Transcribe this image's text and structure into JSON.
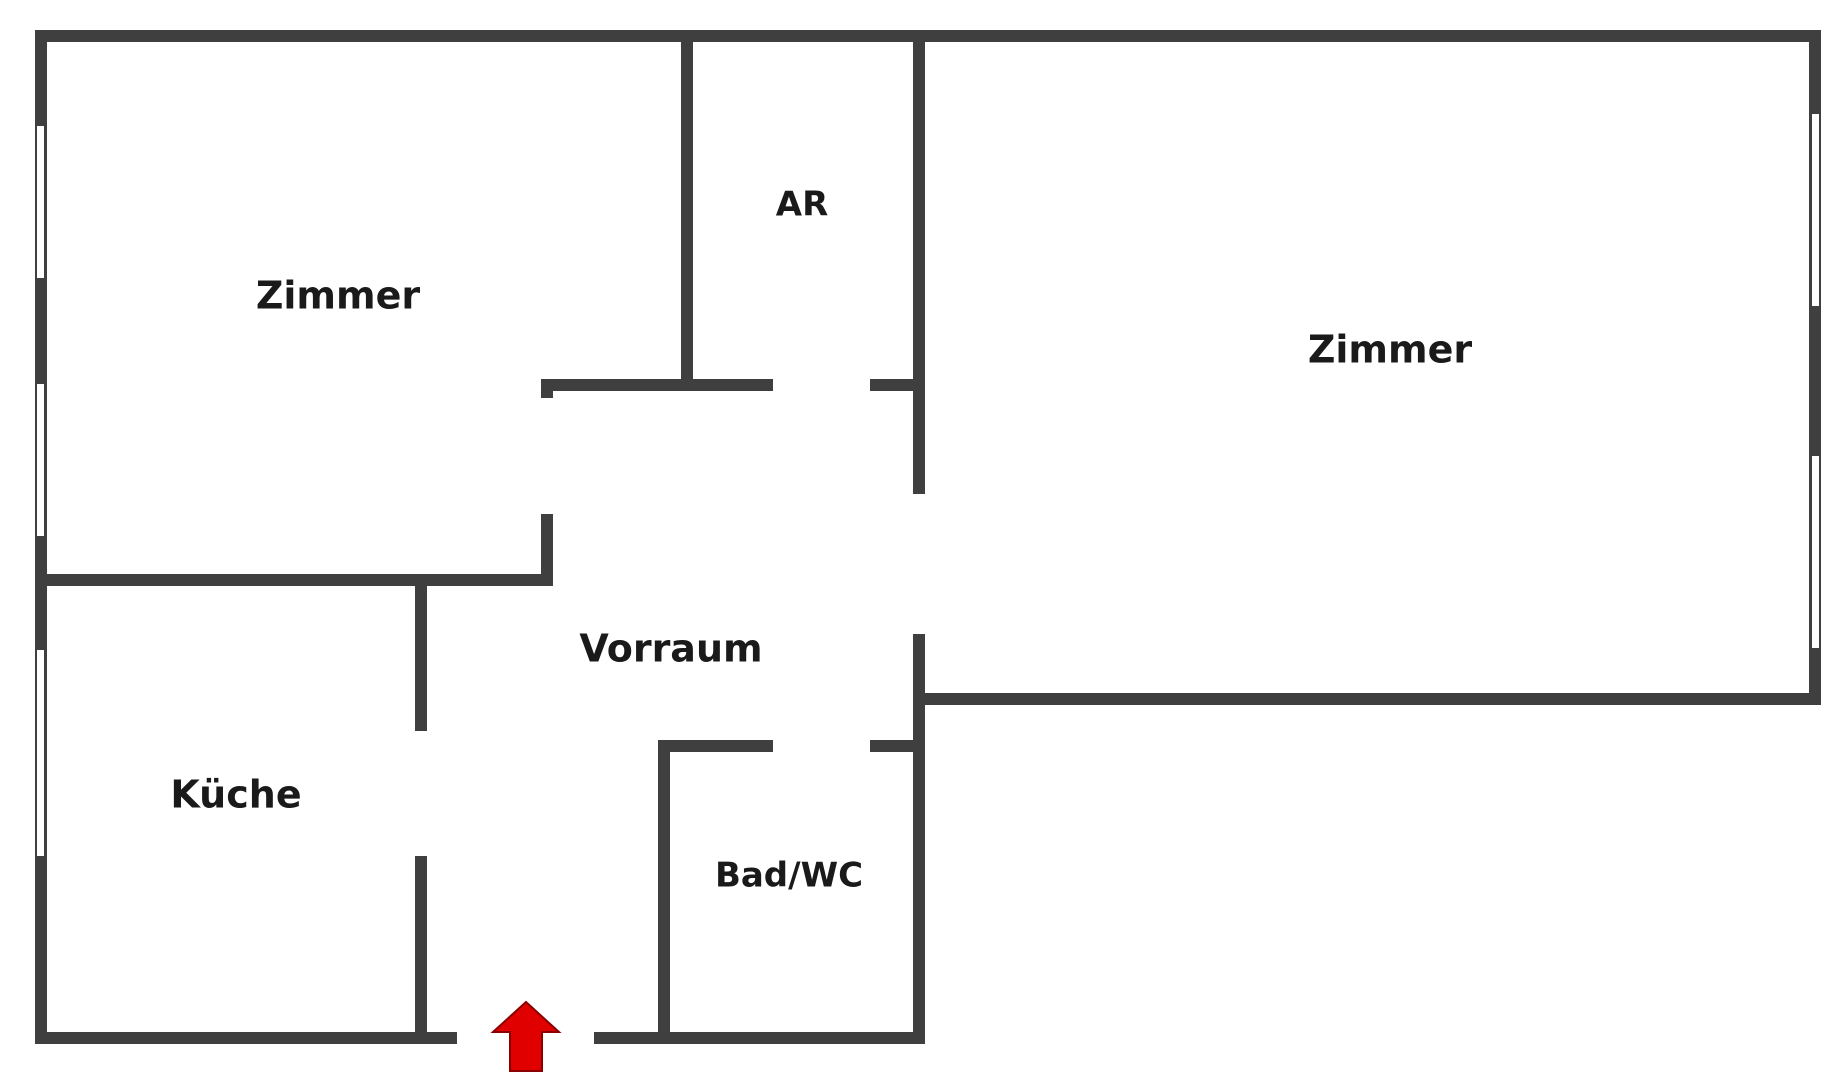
{
  "colors": {
    "wall": "#3f3f3f",
    "window_fill": "#ffffff",
    "entrance_arrow": "#e00000",
    "entrance_arrow_outline": "#8a0000",
    "label_text": "#1a1a1a",
    "background": "#ffffff"
  },
  "rooms": {
    "zimmer_left": "Zimmer",
    "ar": "AR",
    "zimmer_right": "Zimmer",
    "vorraum": "Vorraum",
    "kueche": "Küche",
    "bad_wc": "Bad/WC"
  },
  "icons": {
    "entrance": "entrance-arrow-icon"
  }
}
